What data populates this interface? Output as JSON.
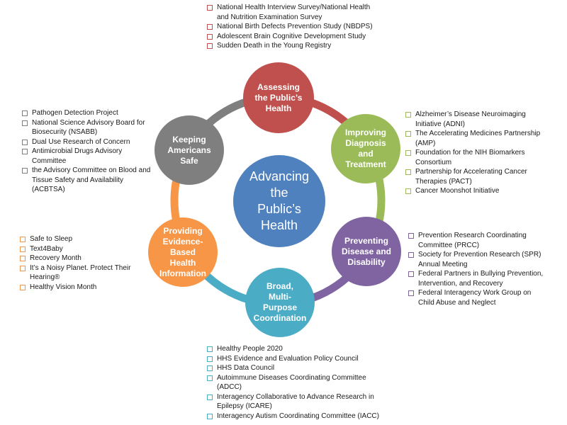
{
  "center": {
    "label": "Advancing\nthe\nPublic’s\nHealth",
    "color": "#4e81bd"
  },
  "nodes": [
    {
      "id": "assessing",
      "label": "Assessing\nthe Public’s\nHealth",
      "color": "#c0504d",
      "items": [
        "National Health Interview Survey/National Health\nand Nutrition Examination Survey",
        "National Birth Defects Prevention Study (NBDPS)",
        "Adolescent Brain Cognitive Development Study",
        "Sudden Death in the Young Registry"
      ]
    },
    {
      "id": "improving",
      "label": "Improving\nDiagnosis\nand\nTreatment",
      "color": "#9bbb59",
      "items": [
        "Alzheimer’s Disease Neuroimaging\nInitiative (ADNI)",
        "The Accelerating Medicines Partnership\n(AMP)",
        "Foundation for the NIH Biomarkers\nConsortium",
        "Partnership for Accelerating Cancer\nTherapies (PACT)",
        "Cancer Moonshot Initiative"
      ]
    },
    {
      "id": "preventing",
      "label": "Preventing\nDisease and\nDisability",
      "color": "#8064a2",
      "items": [
        "Prevention Research Coordinating\nCommittee (PRCC)",
        "Society for Prevention Research (SPR)\nAnnual Meeting",
        "Federal Partners in Bullying Prevention,\nIntervention, and Recovery",
        "Federal Interagency Work Group on\nChild Abuse and Neglect"
      ]
    },
    {
      "id": "broad",
      "label": "Broad,\nMulti-\nPurpose\nCoordination",
      "color": "#4bacc6",
      "items": [
        "Healthy People 2020",
        "HHS Evidence and Evaluation Policy Council",
        "HHS Data Council",
        " Autoimmune Diseases Coordinating Committee\n(ADCC)",
        "Interagency Collaborative to Advance Research in\nEpilepsy (ICARE)",
        "Interagency Autism Coordinating Committee (IACC)"
      ]
    },
    {
      "id": "providing",
      "label": "Providing\nEvidence-\nBased\nHealth\nInformation",
      "color": "#f79646",
      "items": [
        "Safe to Sleep",
        "Text4Baby",
        "Recovery Month",
        "It’s a Noisy Planet. Protect Their\nHearing®",
        "Healthy Vision Month"
      ]
    },
    {
      "id": "keeping",
      "label": "Keeping\nAmericans\nSafe",
      "color": "#7f7f7f",
      "items": [
        "Pathogen Detection Project",
        "National Science Advisory Board for\nBiosecurity (NSABB)",
        "Dual Use Research of Concern",
        "Antimicrobial Drugs Advisory\nCommittee",
        "the Advisory Committee on Blood and\nTissue Safety and Availability\n(ACBTSA)"
      ]
    }
  ]
}
